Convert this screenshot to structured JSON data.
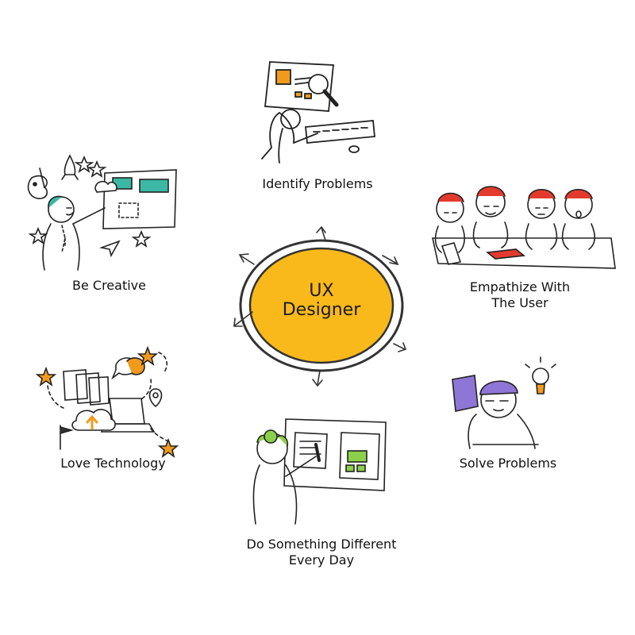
{
  "center": {
    "line1": "UX",
    "line2": "Designer"
  },
  "nodes": [
    {
      "id": "identify",
      "lines": [
        "Identify Problems"
      ]
    },
    {
      "id": "empathize",
      "lines": [
        "Empathize With",
        "The User"
      ]
    },
    {
      "id": "solve",
      "lines": [
        "Solve Problems"
      ]
    },
    {
      "id": "different",
      "lines": [
        "Do Something Different",
        "Every Day"
      ]
    },
    {
      "id": "technology",
      "lines": [
        "Love Technology"
      ]
    },
    {
      "id": "creative",
      "lines": [
        "Be Creative"
      ]
    }
  ],
  "colors": {
    "hub": "#f9b91a",
    "ink": "#222222",
    "accent_teal": "#3cb7a3",
    "accent_green": "#8bd04a",
    "accent_orange": "#f29a1d",
    "accent_purple": "#8e76d6",
    "accent_red": "#e23b2e"
  }
}
